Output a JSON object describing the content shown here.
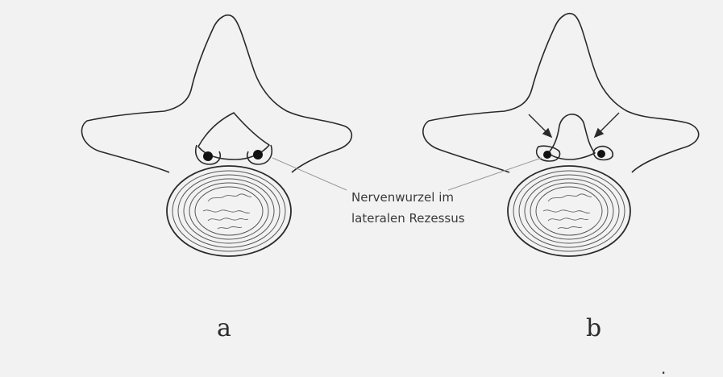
{
  "label_lines": [
    "Nervenwurzel im",
    "lateralen Rezessus"
  ],
  "panels": [
    {
      "letter": "a"
    },
    {
      "letter": "b"
    }
  ],
  "dot_mark": "."
}
